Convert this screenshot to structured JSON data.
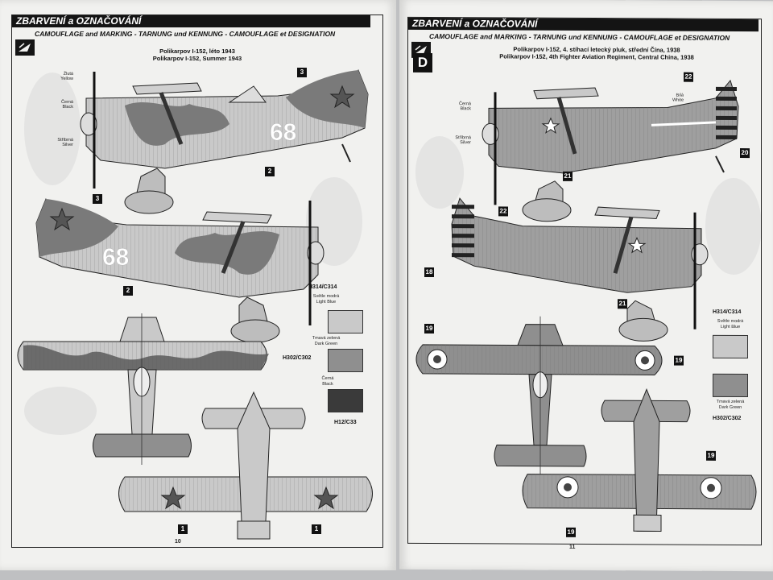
{
  "colors": {
    "light_blue": "#c9c9c9",
    "dark_green": "#8f8f8f",
    "black": "#3a3a3a",
    "ink": "#111111"
  },
  "left": {
    "header": "ZBARVENÍ a OZNAČOVÁNÍ",
    "subheader": "CAMOUFLAGE and MARKING - TARNUNG und KENNUNG - CAMOUFLAGE et DESIGNATION",
    "title_cz": "Polikarpov I-152, léto 1943",
    "title_en": "Polikarpov I-152, Summer 1943",
    "callouts": {
      "yellow_cz": "Žlutá",
      "yellow_en": "Yellow",
      "black_cz": "Černá",
      "black_en": "Black",
      "silver_cz": "Stříbrná",
      "silver_en": "Silver"
    },
    "aircraft_number": "68",
    "badges": {
      "b3": "3",
      "b2": "2",
      "b1": "1"
    },
    "swatches": [
      {
        "code": "H314/C314",
        "name_cz": "Světle modrá",
        "name_en": "Light Blue"
      },
      {
        "code": "H302/C302",
        "name_cz": "Tmavá zelená",
        "name_en": "Dark Green"
      },
      {
        "code": "H12/C33",
        "name_cz": "Černá",
        "name_en": "Black"
      }
    ],
    "page_number": "10"
  },
  "right": {
    "header": "ZBARVENÍ a OZNAČOVÁNÍ",
    "subheader": "CAMOUFLAGE and MARKING - TARNUNG und KENNUNG - CAMOUFLAGE et DESIGNATION",
    "scheme_letter": "D",
    "title_cz": "Polikarpov I-152, 4. stíhací letecký pluk, střední Čína, 1938",
    "title_en": "Polikarpov I-152, 4th Fighter Aviation Regiment, Central China, 1938",
    "callouts": {
      "black_cz": "Černá",
      "black_en": "Black",
      "silver_cz": "Stříbrná",
      "silver_en": "Silver",
      "white_cz": "Bílá",
      "white_en": "White"
    },
    "badges": {
      "b22": "22",
      "b21": "21",
      "b20": "20",
      "b19": "19",
      "b18": "18"
    },
    "swatches": [
      {
        "code": "H314/C314",
        "name_cz": "Světle modrá",
        "name_en": "Light Blue"
      },
      {
        "code": "H302/C302",
        "name_cz": "Tmavá zelená",
        "name_en": "Dark Green"
      }
    ],
    "page_number": "11"
  }
}
